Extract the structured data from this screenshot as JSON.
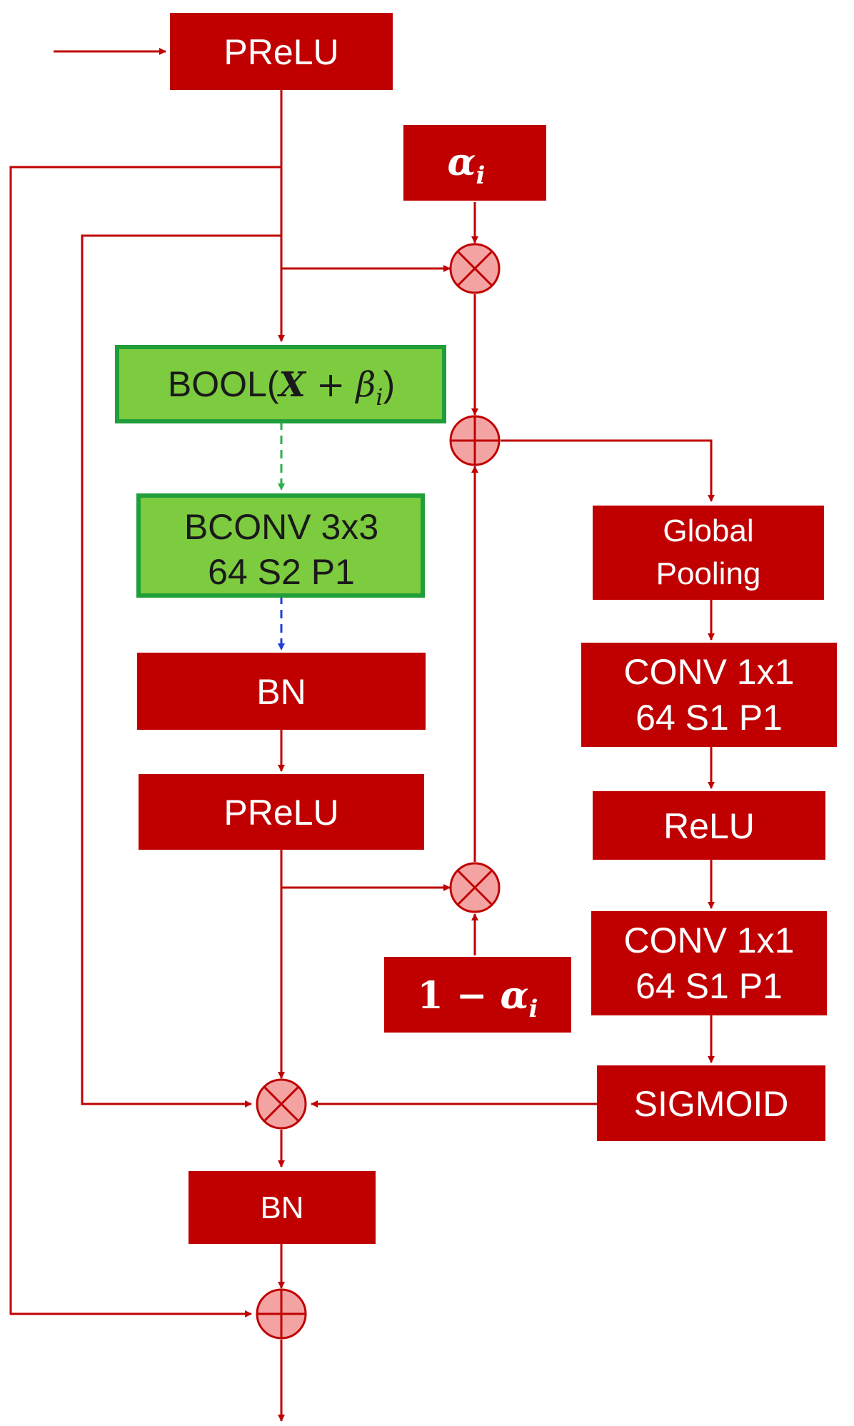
{
  "colors": {
    "block": "#c00000",
    "line": "#c00000",
    "op_fill": "#f4a3a3",
    "green_fill": "#7dcb3f",
    "green_border": "#1f9e3a",
    "dashed_green": "#2bb24c",
    "dashed_blue": "#1f3fd9"
  },
  "blocks": {
    "prelu_top": "PReLU",
    "alpha": {
      "base": "α",
      "sub": "i"
    },
    "bool": {
      "prefix": "BOOL(",
      "x": "X",
      "plus": " + ",
      "beta": "β",
      "sub": "i",
      "suffix": ")"
    },
    "bconv": {
      "line1": "BCONV 3x3",
      "line2": "64 S2 P1"
    },
    "bn_mid": "BN",
    "prelu_mid": "PReLU",
    "one_minus_alpha": {
      "prefix": "1 − ",
      "base": "α",
      "sub": "i"
    },
    "global_pool": {
      "line1": "Global",
      "line2": "Pooling"
    },
    "conv1": {
      "line1": "CONV 1x1",
      "line2": "64 S1 P1"
    },
    "relu": "ReLU",
    "conv2": {
      "line1": "CONV 1x1",
      "line2": "64 S1 P1"
    },
    "sigmoid": "SIGMOID",
    "bn_bottom": "BN"
  },
  "operators": {
    "multiply_icon": "circle-times-icon",
    "add_icon": "circle-plus-icon"
  }
}
